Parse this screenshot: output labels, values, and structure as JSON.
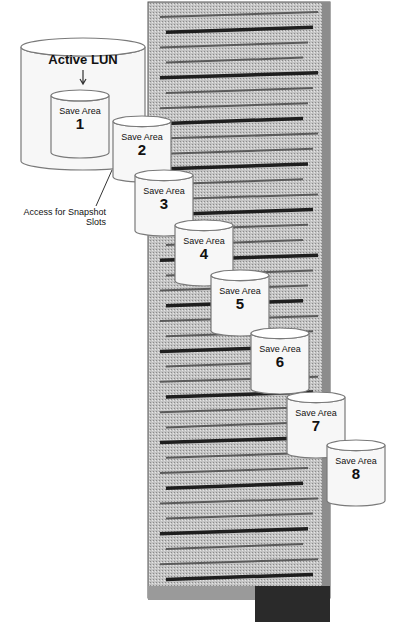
{
  "diagram": {
    "nodes": [
      {
        "text": [
          "Active LUN"
        ]
      },
      {
        "text": [
          "Save Area",
          "1"
        ],
        "in": 0
      },
      {
        "text": [
          "Save Area",
          "2"
        ]
      },
      {
        "text": [
          "Save Area",
          "3"
        ]
      },
      {
        "text": [
          "Save Area",
          "4"
        ]
      },
      {
        "text": [
          "Save Area",
          "5"
        ]
      },
      {
        "text": [
          "Save Area",
          "6"
        ]
      },
      {
        "text": [
          "Save Area",
          "7"
        ]
      },
      {
        "text": [
          "Save Area",
          "8"
        ]
      }
    ],
    "labels": [
      "Access for Snapshot Slots"
    ]
  }
}
